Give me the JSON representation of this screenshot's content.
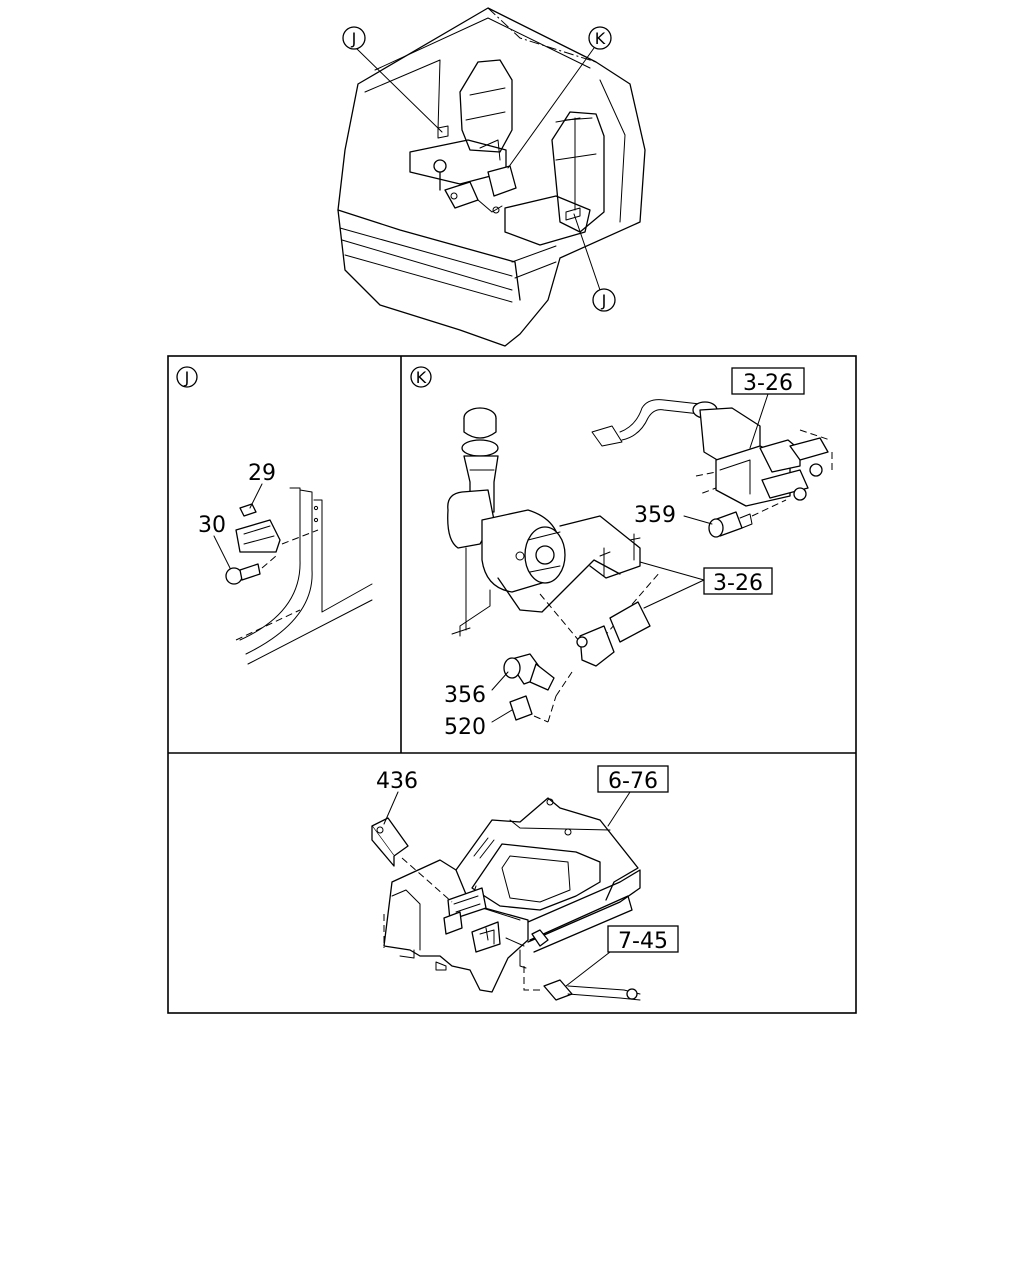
{
  "callouts": {
    "j_top": "J",
    "k_top": "K",
    "j_right": "J",
    "panel_j": "J",
    "panel_k": "K"
  },
  "labels": {
    "p29": "29",
    "p30": "30",
    "p359": "359",
    "p356": "356",
    "p520": "520",
    "p436": "436"
  },
  "refs": {
    "r326_top": "3-26",
    "r326_mid": "3-26",
    "r676": "6-76",
    "r745": "7-45"
  }
}
